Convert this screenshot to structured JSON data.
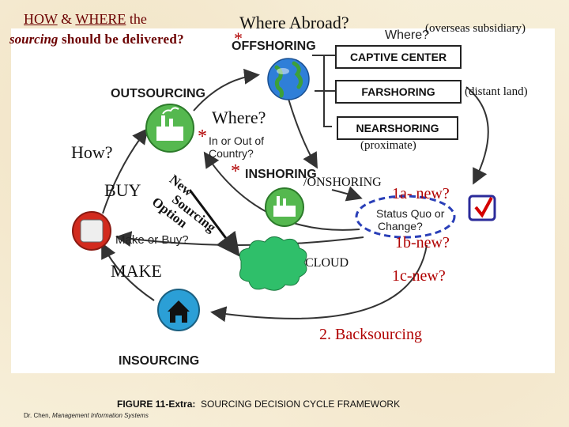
{
  "header": {
    "line1_how": "HOW",
    "line1_amp": " & ",
    "line1_where": "WHERE",
    "line1_the": " the",
    "line2_sourcing": "sourcing",
    "line2_rest": " should be delivered?"
  },
  "where_abroad": {
    "title": "Where Abroad?",
    "star": "*",
    "offshoring": "OFFSHORING"
  },
  "where_q": "Where?",
  "overseas_note": "(overseas subsidiary)",
  "boxes": {
    "captive": "CAPTIVE CENTER",
    "farshoring": "FARSHORING",
    "nearshoring": "NEARSHORING"
  },
  "distant_note": "(distant land)",
  "proximate_note": "(proximate)",
  "outsourcing": "OUTSOURCING",
  "where_center": {
    "title": "Where?",
    "star": "*",
    "q_line1": "In or Out of",
    "q_line2": "Country?"
  },
  "how": "How?",
  "buy": "BUY",
  "make": "MAKE",
  "make_or_buy": "Make or Buy?",
  "new_sourcing": {
    "l1": "New",
    "l2": "Sourcing",
    "l3": "Option"
  },
  "inshoring": {
    "star": "*",
    "label": "INSHORING",
    "onshoring": "/ONSHORING"
  },
  "status_quo": {
    "l1": "Status Quo or",
    "l2": "Change?"
  },
  "new_1a": "1a- new?",
  "new_1b": "1b-new?",
  "new_1c": "1c-new?",
  "cloud": "CLOUD",
  "backsourcing": "2. Backsourcing",
  "insourcing": "INSOURCING",
  "figure_caption": {
    "prefix": "FIGURE 11-Extra:",
    "text": "  SOURCING DECISION CYCLE FRAMEWORK"
  },
  "footer": {
    "author": "Dr. Chen, ",
    "course": "Management Information Systems"
  },
  "colors": {
    "red": "#b00000",
    "green_cloud": "#2fbf6a",
    "blue_oval": "#2a3fb8",
    "check_red": "#d40000"
  }
}
